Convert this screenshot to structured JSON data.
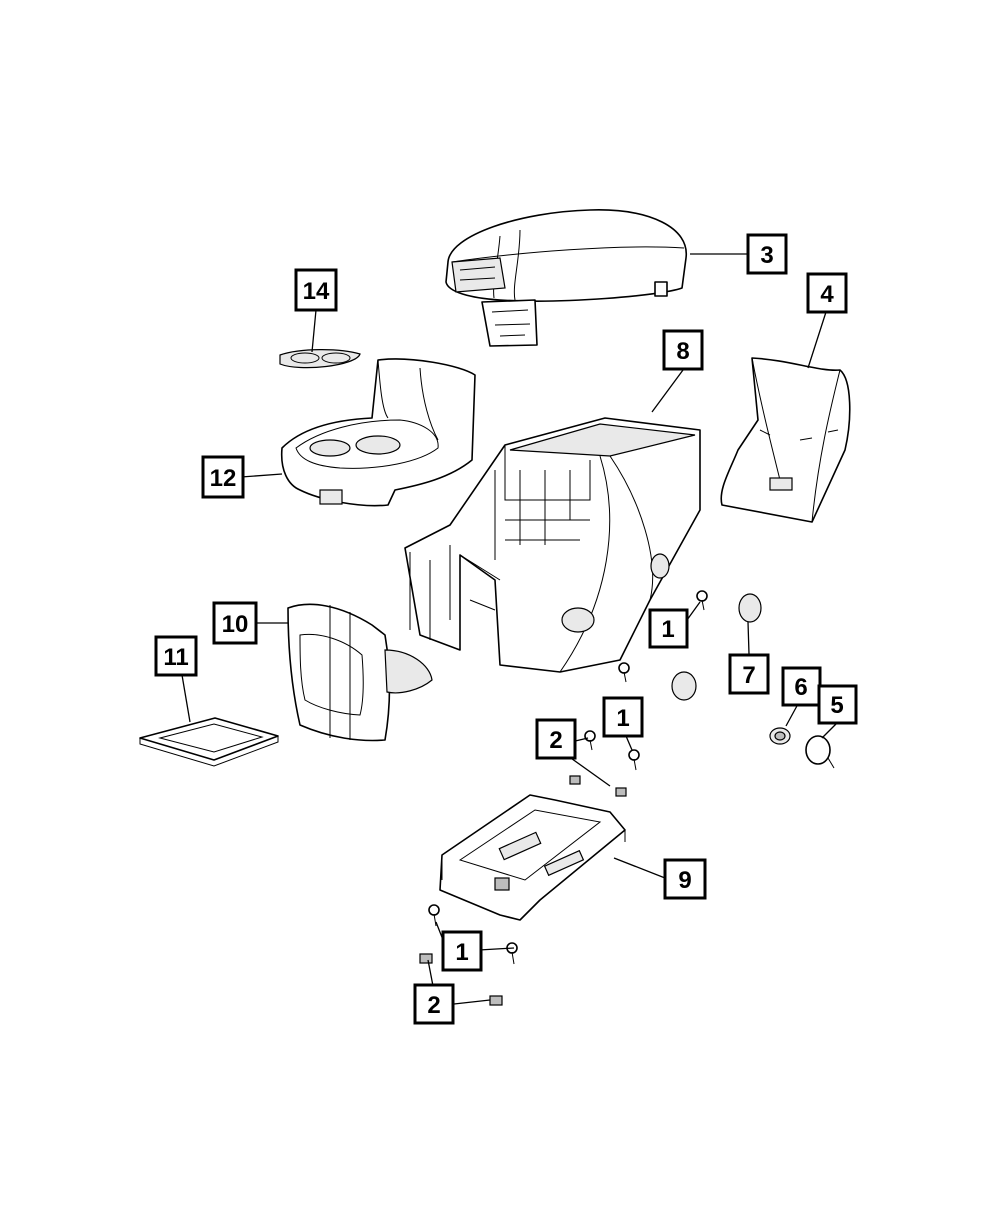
{
  "callouts": [
    {
      "id": "c3",
      "label": "3"
    },
    {
      "id": "c4",
      "label": "4"
    },
    {
      "id": "c14",
      "label": "14"
    },
    {
      "id": "c8",
      "label": "8"
    },
    {
      "id": "c12",
      "label": "12"
    },
    {
      "id": "c10",
      "label": "10"
    },
    {
      "id": "c1a",
      "label": "1"
    },
    {
      "id": "c7",
      "label": "7"
    },
    {
      "id": "c11",
      "label": "11"
    },
    {
      "id": "c6",
      "label": "6"
    },
    {
      "id": "c5",
      "label": "5"
    },
    {
      "id": "c1b",
      "label": "1"
    },
    {
      "id": "c2a",
      "label": "2"
    },
    {
      "id": "c9",
      "label": "9"
    },
    {
      "id": "c1c",
      "label": "1"
    },
    {
      "id": "c2b",
      "label": "2"
    }
  ]
}
